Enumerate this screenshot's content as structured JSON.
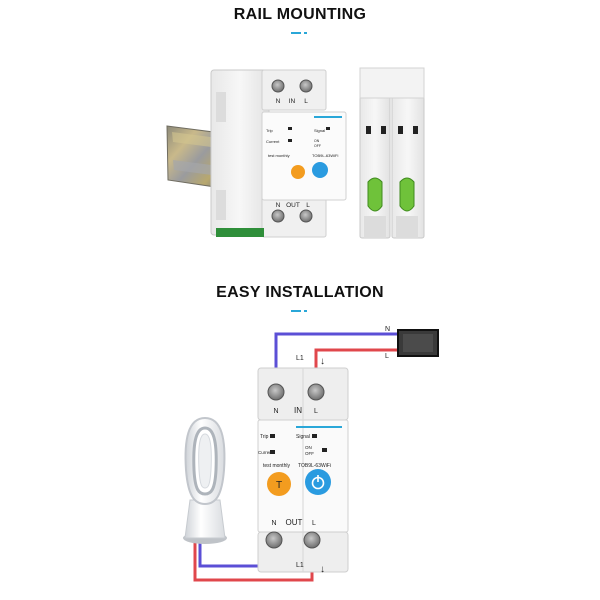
{
  "headings": {
    "rail_mounting": "RAIL MOUNTING",
    "easy_installation": "EASY INSTALLATION"
  },
  "colors": {
    "accent": "#2aa7d8",
    "neutral_wire": "#5b4fd6",
    "live_wire": "#e0474c",
    "orange_button": "#f39c1f",
    "blue_button": "#2a9be0",
    "green_lever": "#6fc23a"
  },
  "breaker": {
    "top_terminal_n": "N",
    "top_terminal_in": "IN",
    "top_terminal_l": "L",
    "bottom_terminal_n": "N",
    "bottom_terminal_out": "OUT",
    "bottom_terminal_l": "L",
    "trip_label": "Trip",
    "current_label": "Current",
    "signal_label": "Signal",
    "on_label": "ON",
    "off_label": "OFF",
    "test_monthly": "test monthly",
    "model": "TOB9L-63WiFi"
  },
  "wiring": {
    "source_n": "N",
    "source_l": "L",
    "top_l1": "L1",
    "bottom_l1": "L1",
    "top_arrow": "↓",
    "bottom_arrow": "↓"
  },
  "icons": [
    "power-icon",
    "test-button-icon",
    "heater-fan-icon",
    "power-source-icon"
  ]
}
